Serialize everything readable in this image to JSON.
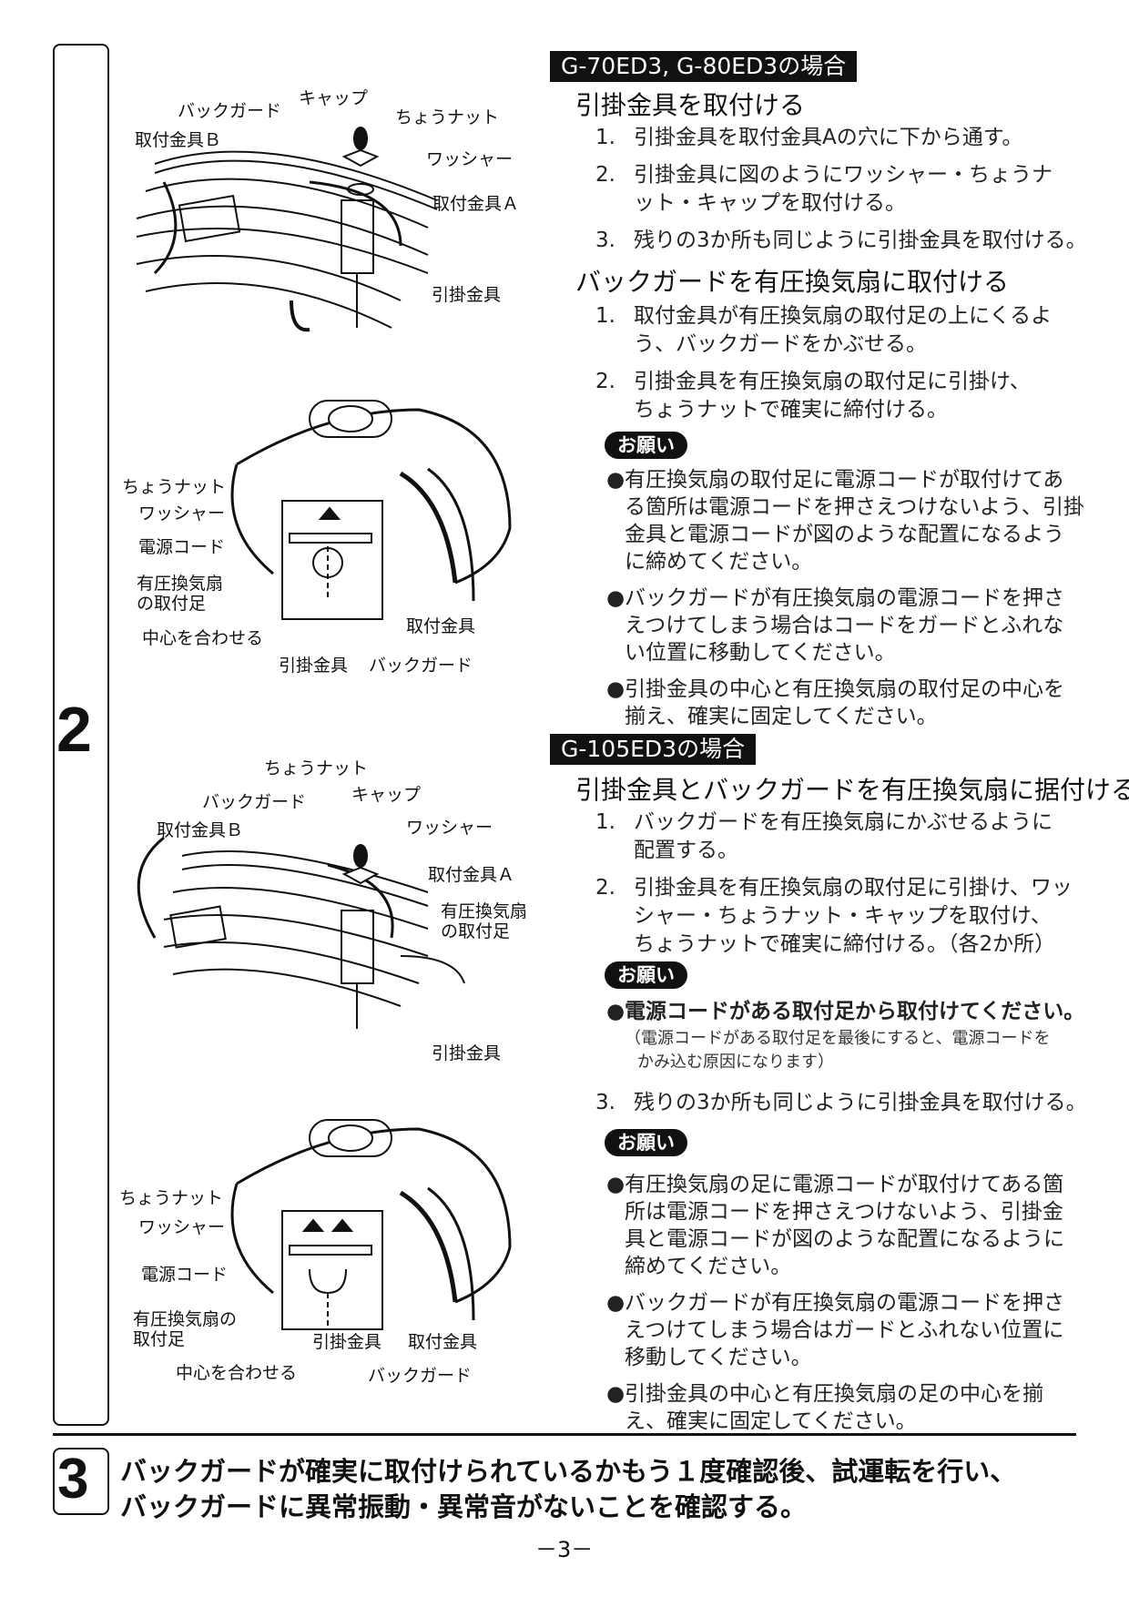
{
  "step2": {
    "number": "2",
    "sectionA": {
      "band": "G-70ED3, G-80ED3の場合",
      "h1": "引掛金具を取付ける",
      "h1_items": [
        {
          "n": "1.",
          "lines": [
            "引掛金具を取付金具Aの穴に下から通す。"
          ]
        },
        {
          "n": "2.",
          "lines": [
            "引掛金具に図のようにワッシャー・ちょうナ",
            "ット・キャップを取付ける。"
          ]
        },
        {
          "n": "3.",
          "lines": [
            "残りの3か所も同じように引掛金具を取付ける。"
          ]
        }
      ],
      "h2": "バックガードを有圧換気扇に取付ける",
      "h2_items": [
        {
          "n": "1.",
          "lines": [
            "取付金具が有圧換気扇の取付足の上にくるよ",
            "う、バックガードをかぶせる。"
          ]
        },
        {
          "n": "2.",
          "lines": [
            "引掛金具を有圧換気扇の取付足に引掛け、",
            "ちょうナットで確実に締付ける。"
          ]
        }
      ],
      "pill": "お願い",
      "bullets": [
        {
          "lines": [
            "有圧換気扇の取付足に電源コードが取付けてあ",
            "る箇所は電源コードを押さえつけないよう、引掛",
            "金具と電源コードが図のような配置になるよう",
            "に締めてください。"
          ]
        },
        {
          "lines": [
            "バックガードが有圧換気扇の電源コードを押さ",
            "えつけてしまう場合はコードをガードとふれな",
            "い位置に移動してください。"
          ]
        },
        {
          "lines": [
            "引掛金具の中心と有圧換気扇の取付足の中心を",
            "揃え、確実に固定してください。"
          ]
        }
      ]
    },
    "sectionB": {
      "band": "G-105ED3の場合",
      "h1": "引掛金具とバックガードを有圧換気扇に据付ける",
      "items": [
        {
          "n": "1.",
          "lines": [
            "バックガードを有圧換気扇にかぶせるように",
            "配置する。"
          ]
        },
        {
          "n": "2.",
          "lines": [
            "引掛金具を有圧換気扇の取付足に引掛け、ワッ",
            "シャー・ちょうナット・キャップを取付け、",
            "ちょうナットで確実に締付ける。（各2か所）"
          ]
        }
      ],
      "pill1": "お願い",
      "bold_bullet": "電源コードがある取付足から取付けてください。",
      "note": [
        "（電源コードがある取付足を最後にすると、電源コードを",
        "かみ込む原因になります）"
      ],
      "item3": {
        "n": "3.",
        "lines": [
          "残りの3か所も同じように引掛金具を取付ける。"
        ]
      },
      "pill2": "お願い",
      "bullets": [
        {
          "lines": [
            "有圧換気扇の足に電源コードが取付けてある箇",
            "所は電源コードを押さえつけないよう、引掛金",
            "具と電源コードが図のような配置になるように",
            "締めてください。"
          ]
        },
        {
          "lines": [
            "バックガードが有圧換気扇の電源コードを押さ",
            "えつけてしまう場合はガードとふれない位置に",
            "移動してください。"
          ]
        },
        {
          "lines": [
            "引掛金具の中心と有圧換気扇の足の中心を揃",
            "え、確実に固定してください。"
          ]
        }
      ]
    },
    "fig1": {
      "back_guard": "バックガード",
      "cap": "キャップ",
      "wing_nut": "ちょうナット",
      "bracket_b": "取付金具Ｂ",
      "washer": "ワッシャー",
      "bracket_a": "取付金具Ａ",
      "hook": "引掛金具"
    },
    "fig2": {
      "wing_nut": "ちょうナット",
      "washer": "ワッシャー",
      "power_cord": "電源コード",
      "fan_foot": "有圧換気扇\nの取付足",
      "align": "中心を合わせる",
      "bracket": "取付金具",
      "hook": "引掛金具",
      "back_guard": "バックガード"
    },
    "fig3": {
      "wing_nut": "ちょうナット",
      "back_guard": "バックガード",
      "cap": "キャップ",
      "bracket_b": "取付金具Ｂ",
      "washer": "ワッシャー",
      "bracket_a": "取付金具Ａ",
      "fan_foot": "有圧換気扇\nの取付足",
      "hook": "引掛金具"
    },
    "fig4": {
      "wing_nut": "ちょうナット",
      "washer": "ワッシャー",
      "power_cord": "電源コード",
      "fan_foot": "有圧換気扇の\n取付足",
      "hook": "引掛金具",
      "bracket": "取付金具",
      "align": "中心を合わせる",
      "back_guard": "バックガード"
    }
  },
  "step3": {
    "number": "3",
    "lines": [
      "バックガードが確実に取付けられているかもう１度確認後、試運転を行い、",
      "バックガードに異常振動・異常音がないことを確認する。"
    ]
  },
  "page_number": "－3－"
}
